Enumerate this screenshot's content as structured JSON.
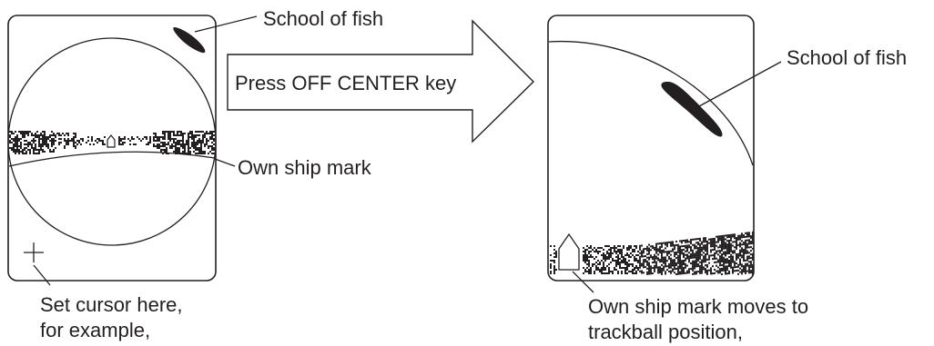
{
  "left_panel": {
    "school_label": "School of fish",
    "own_ship_label": "Own ship mark",
    "cursor_note_line1": "Set cursor here,",
    "cursor_note_line2": "for example,"
  },
  "arrow": {
    "label": "Press OFF CENTER key"
  },
  "right_panel": {
    "school_label": "School of fish",
    "note_line1": "Own ship mark moves to",
    "note_line2": "trackball position,"
  },
  "colors": {
    "ink": "#231f20",
    "background": "#ffffff"
  }
}
